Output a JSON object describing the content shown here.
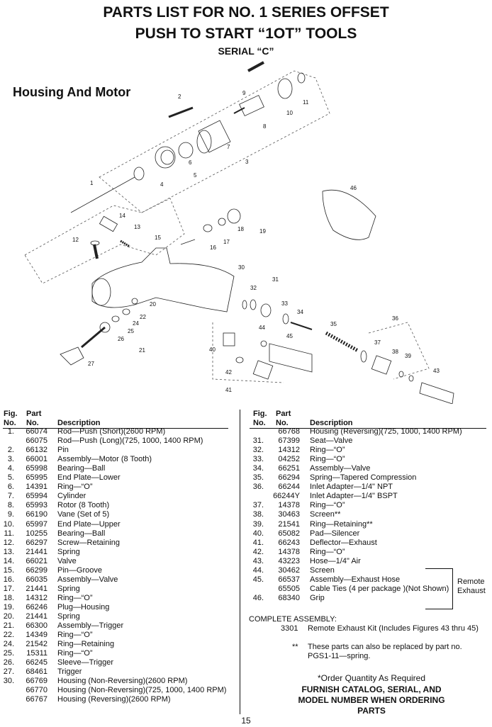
{
  "header": {
    "title_line1": "PARTS LIST FOR NO. 1 SERIES OFFSET",
    "title_line2": "PUSH TO START “1OT” TOOLS",
    "serial": "SERIAL “C”"
  },
  "section_title": "Housing  And Motor",
  "diagram_callouts": [
    "1",
    "2",
    "3",
    "4",
    "5",
    "6",
    "7",
    "8",
    "9",
    "10",
    "11",
    "12",
    "13",
    "14",
    "15",
    "16",
    "17",
    "18",
    "19",
    "20",
    "21",
    "22",
    "24",
    "25",
    "26",
    "27",
    "30",
    "31",
    "32",
    "33",
    "34",
    "35",
    "36",
    "37",
    "38",
    "39",
    "40",
    "41",
    "42",
    "43",
    "44",
    "45",
    "46"
  ],
  "table_headers": {
    "fig1": "Fig.",
    "part1": "Part",
    "fig2": "No.",
    "part2": "No.",
    "description": "Description"
  },
  "left_rows": [
    {
      "fig": "1.",
      "part": "66074",
      "desc": "Rod—Push (Short)(2600 RPM)"
    },
    {
      "fig": "",
      "part": "66075",
      "desc": "Rod—Push (Long)(725, 1000, 1400 RPM)"
    },
    {
      "fig": "2.",
      "part": "66132",
      "desc": "Pin"
    },
    {
      "fig": "3.",
      "part": "66001",
      "desc": "Assembly—Motor (8 Tooth)"
    },
    {
      "fig": "4.",
      "part": "65998",
      "desc": "Bearing—Ball"
    },
    {
      "fig": "5.",
      "part": "65995",
      "desc": "End Plate—Lower"
    },
    {
      "fig": "6.",
      "part": "14391",
      "desc": "Ring—“O”"
    },
    {
      "fig": "7.",
      "part": "65994",
      "desc": "Cylinder"
    },
    {
      "fig": "8.",
      "part": "65993",
      "desc": "Rotor (8 Tooth)"
    },
    {
      "fig": "9.",
      "part": "66190",
      "desc": "Vane (Set of 5)"
    },
    {
      "fig": "10.",
      "part": "65997",
      "desc": "End Plate—Upper"
    },
    {
      "fig": "11.",
      "part": "10255",
      "desc": "Bearing—Ball"
    },
    {
      "fig": "12.",
      "part": "66297",
      "desc": "Screw—Retaining"
    },
    {
      "fig": "13.",
      "part": "21441",
      "desc": "Spring"
    },
    {
      "fig": "14.",
      "part": "66021",
      "desc": "Valve"
    },
    {
      "fig": "15.",
      "part": "66299",
      "desc": "Pin—Groove"
    },
    {
      "fig": "16.",
      "part": "66035",
      "desc": "Assembly—Valve"
    },
    {
      "fig": "17.",
      "part": "21441",
      "desc": "Spring"
    },
    {
      "fig": "18.",
      "part": "14312",
      "desc": "Ring—“O”"
    },
    {
      "fig": "19.",
      "part": "66246",
      "desc": "Plug—Housing"
    },
    {
      "fig": "20.",
      "part": "21441",
      "desc": "Spring"
    },
    {
      "fig": "21.",
      "part": "66300",
      "desc": "Assembly—Trigger"
    },
    {
      "fig": "22.",
      "part": "14349",
      "desc": "Ring—“O”"
    },
    {
      "fig": "24.",
      "part": "21542",
      "desc": "Ring—Retaining"
    },
    {
      "fig": "25.",
      "part": "15311",
      "desc": "Ring—“O”"
    },
    {
      "fig": "26.",
      "part": "66245",
      "desc": "Sleeve—Trigger"
    },
    {
      "fig": "27.",
      "part": "68461",
      "desc": "Trigger"
    },
    {
      "fig": "30.",
      "part": "66769",
      "desc": "Housing (Non-Reversing)(2600 RPM)"
    },
    {
      "fig": "",
      "part": "66770",
      "desc": "Housing (Non-Reversing)(725, 1000, 1400 RPM)"
    },
    {
      "fig": "",
      "part": "66767",
      "desc": "Housing (Reversing)(2600 RPM)"
    }
  ],
  "right_rows": [
    {
      "fig": "",
      "part": "66768",
      "desc": "Housing (Reversing)(725, 1000, 1400 RPM)"
    },
    {
      "fig": "31.",
      "part": "67399",
      "desc": "Seat—Valve"
    },
    {
      "fig": "32.",
      "part": "14312",
      "desc": "Ring—“O”"
    },
    {
      "fig": "33.",
      "part": "04252",
      "desc": "Ring—“O”"
    },
    {
      "fig": "34.",
      "part": "66251",
      "desc": "Assembly—Valve"
    },
    {
      "fig": "35.",
      "part": "66294",
      "desc": "Spring—Tapered Compression"
    },
    {
      "fig": "36.",
      "part": "66244",
      "desc": "Inlet Adapter—1/4\" NPT"
    },
    {
      "fig": "",
      "part": "66244Y",
      "desc": "Inlet Adapter—1/4\" BSPT"
    },
    {
      "fig": "37.",
      "part": "14378",
      "desc": "Ring—“O”"
    },
    {
      "fig": "38.",
      "part": "30463",
      "desc": "Screen**"
    },
    {
      "fig": "39.",
      "part": "21541",
      "desc": "Ring—Retaining**"
    },
    {
      "fig": "40.",
      "part": "65082",
      "desc": "Pad—Silencer"
    },
    {
      "fig": "41.",
      "part": "66243",
      "desc": "Deflector—Exhaust"
    },
    {
      "fig": "42.",
      "part": "14378",
      "desc": "Ring—“O”"
    },
    {
      "fig": "43.",
      "part": "43223",
      "desc": "Hose—1/4\" Air"
    },
    {
      "fig": "44.",
      "part": "30462",
      "desc": "Screen"
    },
    {
      "fig": "45.",
      "part": "66537",
      "desc": "Assembly—Exhaust Hose"
    },
    {
      "fig": "",
      "part": "65505",
      "desc": "Cable Ties (4 per package )(Not Shown)"
    },
    {
      "fig": "46.",
      "part": "68340",
      "desc": "Grip"
    }
  ],
  "bracket_label": {
    "line1": "Remote",
    "line2": "Exhaust"
  },
  "complete_assembly": {
    "heading": "COMPLETE ASSEMBLY:",
    "part": "3301",
    "desc": "Remote Exhaust Kit (Includes Figures 43 thru 45)"
  },
  "footnote": {
    "mark": "**",
    "line1": "These parts can also be replaced by part no.",
    "line2": "PGS1-11—spring."
  },
  "ordering": {
    "line1": "*Order Quantity As Required",
    "line2": "FURNISH CATALOG, SERIAL, AND",
    "line3": "MODEL NUMBER WHEN ORDERING",
    "line4": "PARTS"
  },
  "page_number": "15"
}
